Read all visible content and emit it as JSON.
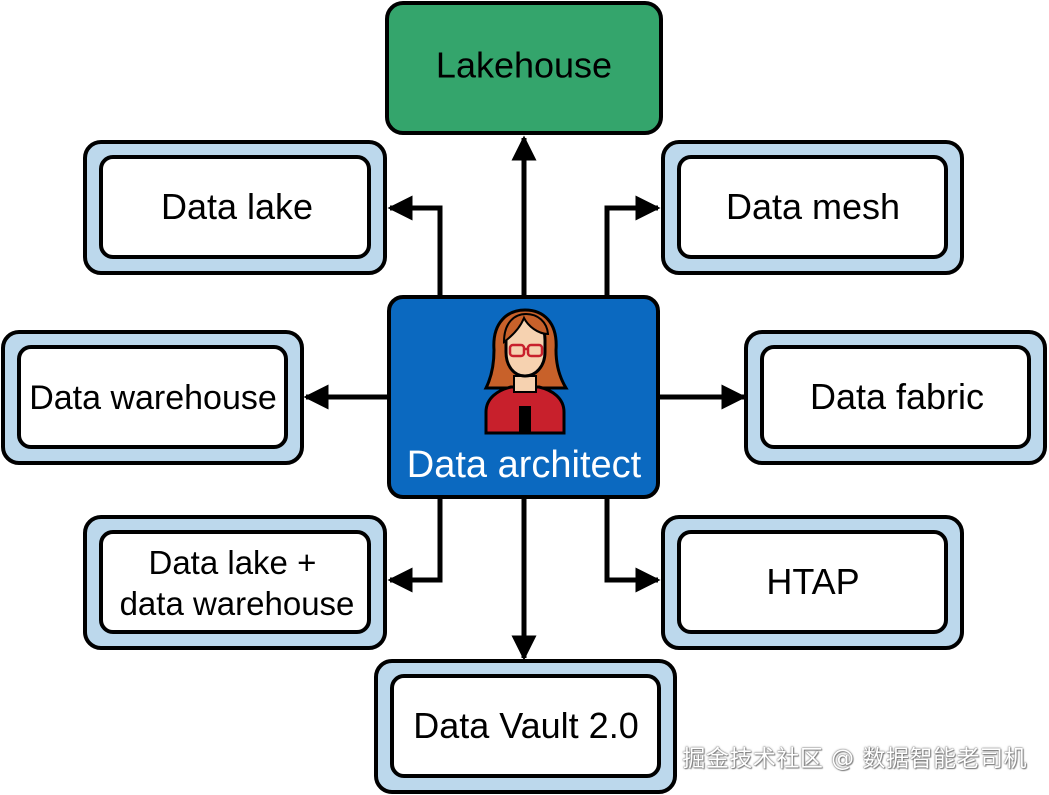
{
  "center": {
    "label": "Data architect",
    "fill": "#0b69c0",
    "text_color": "#ffffff"
  },
  "nodes": {
    "lakehouse": {
      "label": "Lakehouse",
      "fill": "#34a56c",
      "text_color": "#ffffff"
    },
    "data_lake": {
      "lines": [
        "Data lake"
      ]
    },
    "data_mesh": {
      "lines": [
        "Data mesh"
      ]
    },
    "data_warehouse": {
      "lines": [
        "Data warehouse"
      ]
    },
    "data_fabric": {
      "lines": [
        "Data fabric"
      ]
    },
    "data_lake_plus_warehouse": {
      "lines": [
        "Data lake +",
        "data warehouse"
      ]
    },
    "htap": {
      "lines": [
        "HTAP"
      ]
    },
    "data_vault": {
      "lines": [
        "Data Vault 2.0"
      ]
    }
  },
  "colors": {
    "outer_frame": "#bcd8ec",
    "inner_box": "#ffffff",
    "stroke": "#000000",
    "hair": "#c8612a",
    "skin": "#f6d2b0",
    "shirt": "#c8202c",
    "glasses": "#c8202c"
  },
  "watermark": "掘金技术社区 @ 数据智能老司机"
}
